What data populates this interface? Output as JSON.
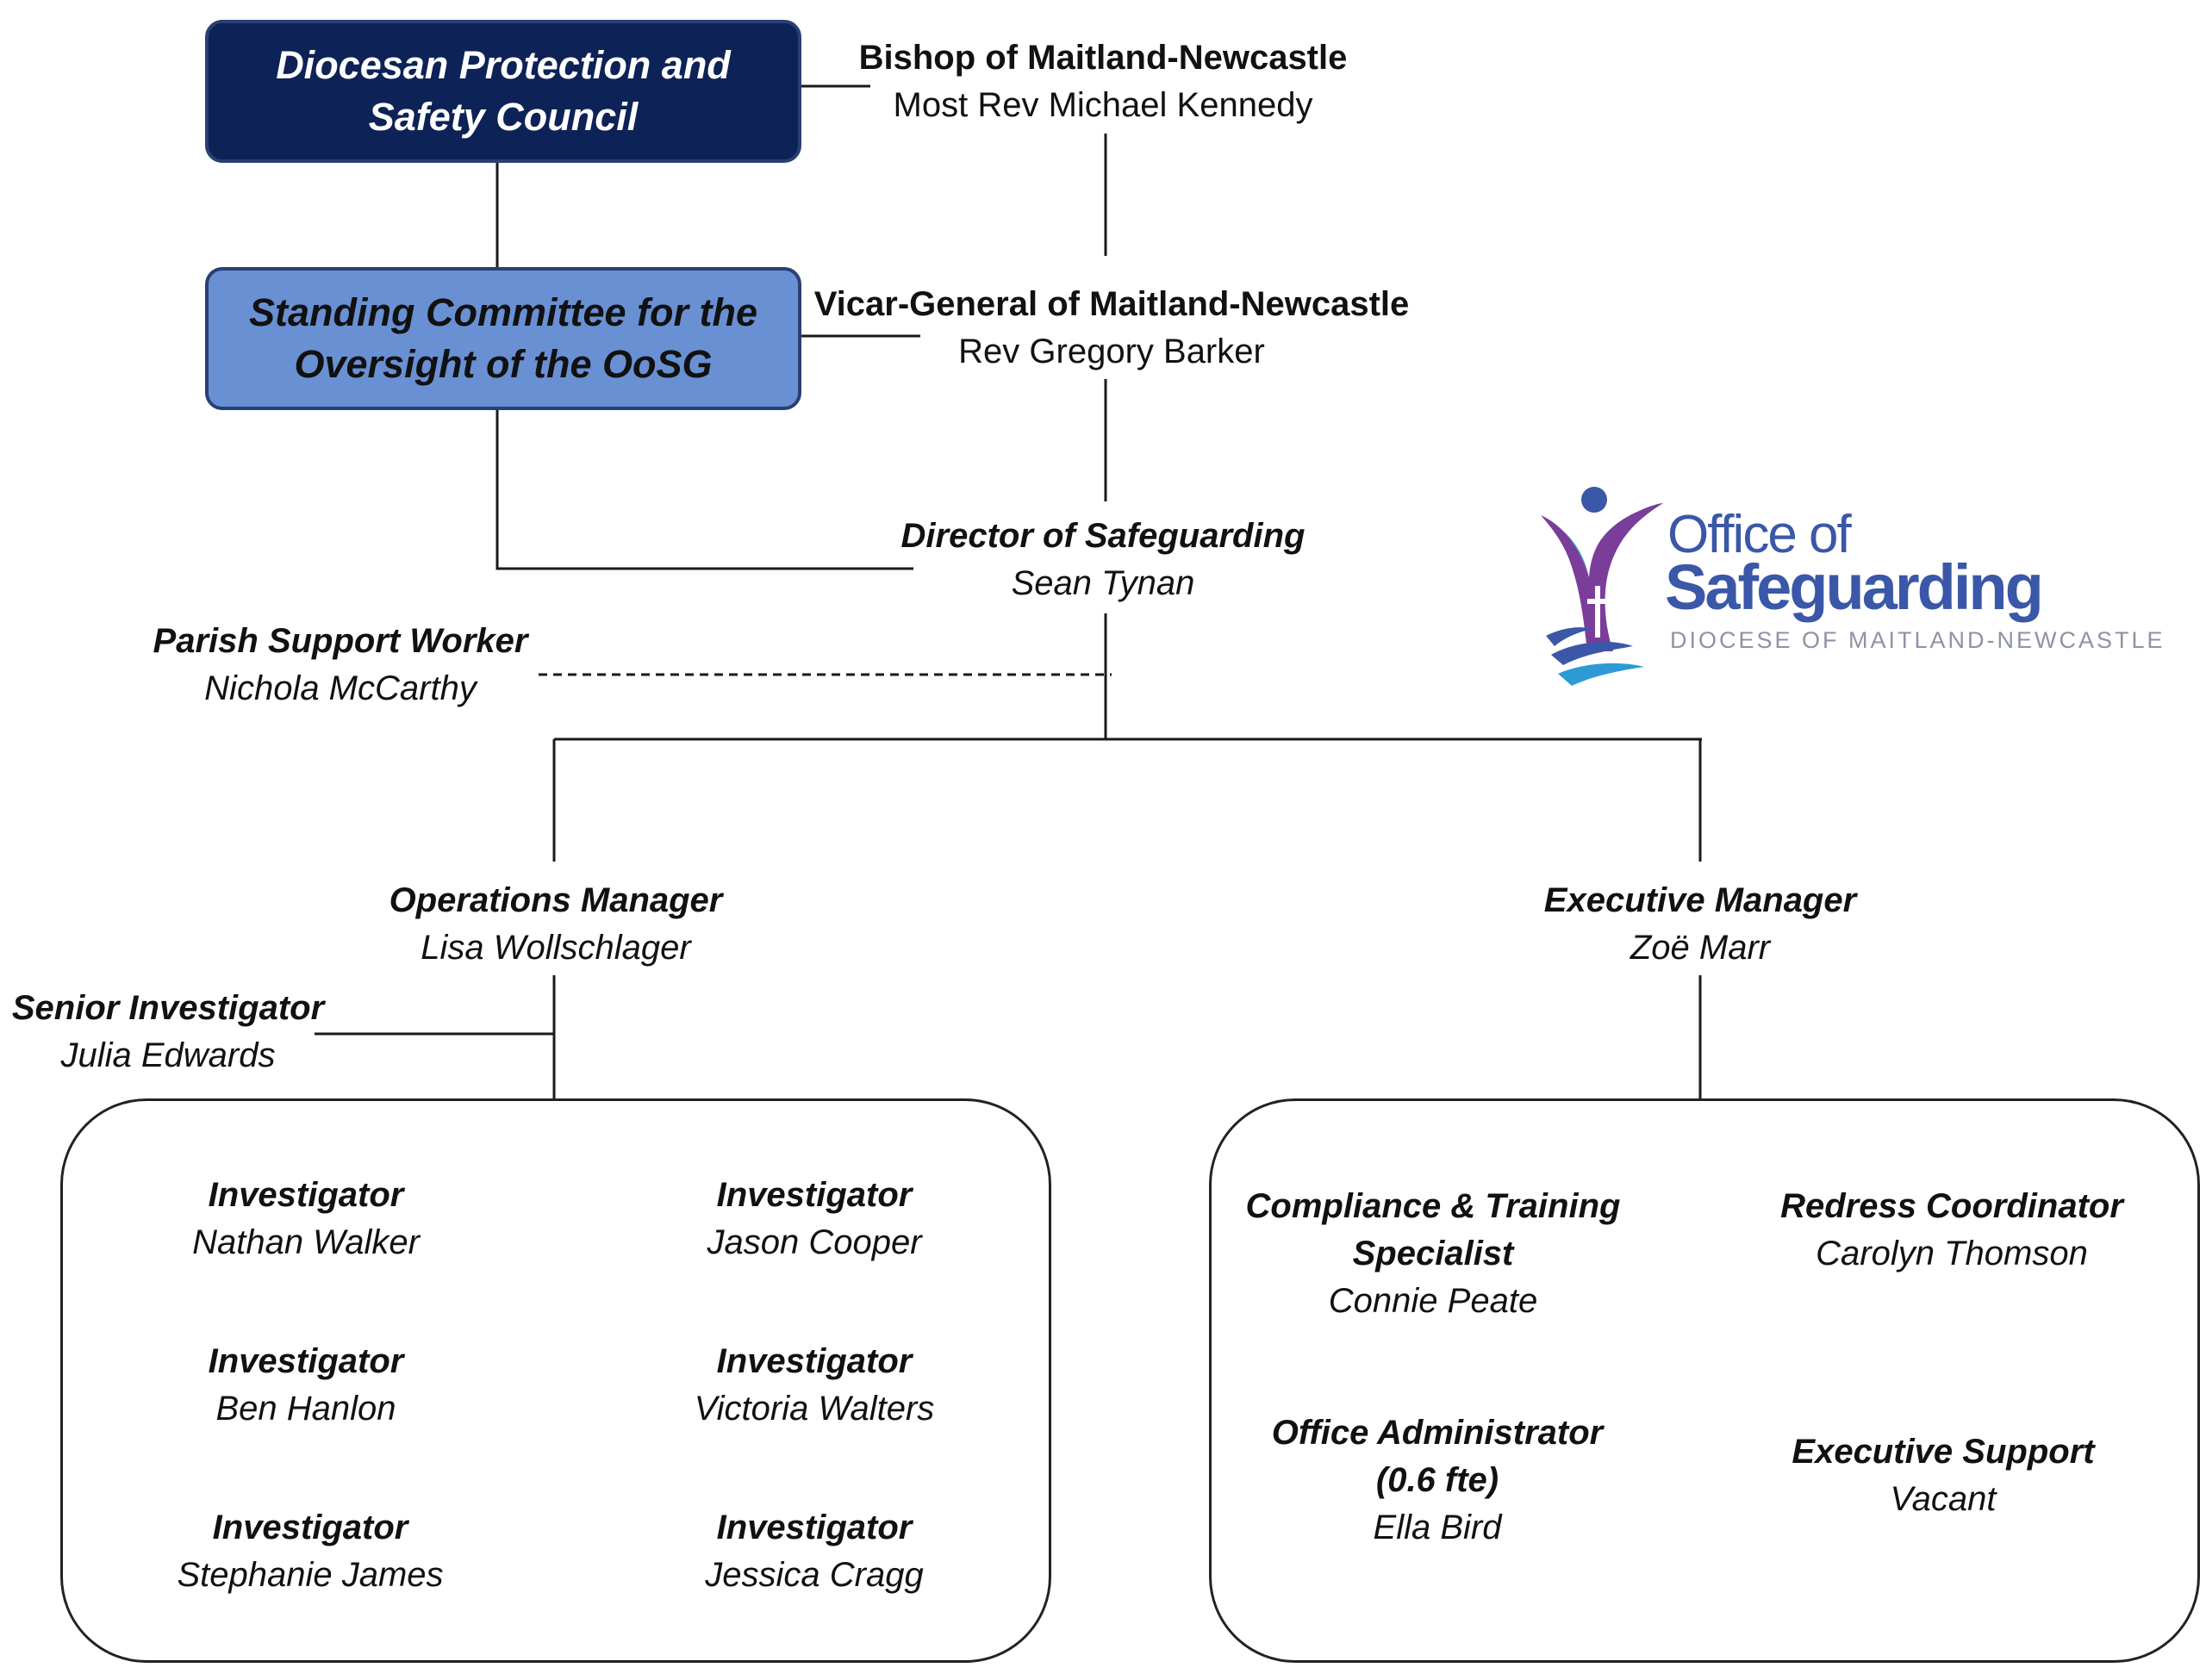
{
  "header_boxes": {
    "council": {
      "line1": "Diocesan Protection and",
      "line2": "Safety Council",
      "fill": "#0d2257"
    },
    "committee": {
      "line1": "Standing Committee for the",
      "line2": "Oversight of the OoSG",
      "fill": "#6990d3"
    }
  },
  "bishop": {
    "role": "Bishop of Maitland-Newcastle",
    "person": "Most Rev Michael Kennedy"
  },
  "vicar_general": {
    "role": "Vicar-General of Maitland-Newcastle",
    "person": "Rev Gregory Barker"
  },
  "director": {
    "role": "Director of Safeguarding",
    "person": "Sean Tynan"
  },
  "parish_support": {
    "role": "Parish Support Worker",
    "person": "Nichola McCarthy"
  },
  "operations_manager": {
    "role": "Operations Manager",
    "person": "Lisa Wollschlager"
  },
  "executive_manager": {
    "role": "Executive Manager",
    "person": "Zoë Marr"
  },
  "senior_investigator": {
    "role": "Senior Investigator",
    "person": "Julia Edwards"
  },
  "investigators": [
    {
      "role": "Investigator",
      "person": "Nathan Walker"
    },
    {
      "role": "Investigator",
      "person": "Jason Cooper"
    },
    {
      "role": "Investigator",
      "person": "Ben Hanlon"
    },
    {
      "role": "Investigator",
      "person": "Victoria Walters"
    },
    {
      "role": "Investigator",
      "person": "Stephanie James"
    },
    {
      "role": "Investigator",
      "person": "Jessica Cragg"
    }
  ],
  "executive_team": {
    "compliance": {
      "role_line1": "Compliance & Training",
      "role_line2": "Specialist",
      "person": "Connie Peate"
    },
    "redress": {
      "role": "Redress Coordinator",
      "person": "Carolyn Thomson"
    },
    "office_admin": {
      "role_line1": "Office Administrator",
      "role_line2": "(0.6  fte)",
      "person": "Ella Bird"
    },
    "exec_support": {
      "role": "Executive Support",
      "person": "Vacant"
    }
  },
  "logo": {
    "line1": "Office of",
    "line2": "Safeguarding",
    "line3": "DIOCESE OF MAITLAND-NEWCASTLE",
    "colors": {
      "blue": "#3a57a8",
      "purple": "#7b3d9a",
      "grey": "#8c93a4",
      "light_blue": "#2d9ad6"
    },
    "icon": "figure-with-cross-icon"
  }
}
